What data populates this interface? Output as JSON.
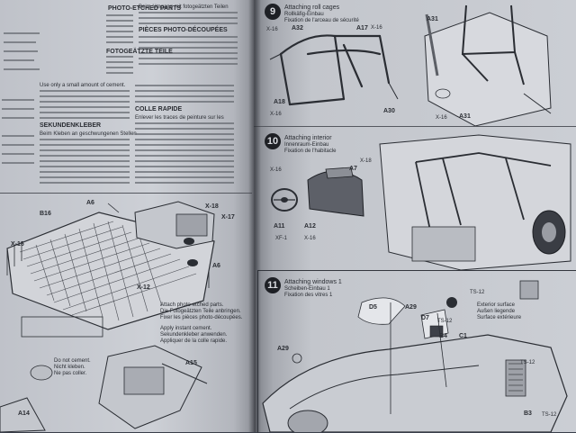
{
  "left_page": {
    "fr_head_1": "PHOTO-ETCHED PARTS",
    "de_head_1": "FOTOGEÄTZTE TEILE",
    "fr_head_2": "PIÈCES PHOTO-DÉCOUPÉES",
    "fr_head_3": "COLLE RAPIDE",
    "de_head_2": "SEKUNDENKLEBER",
    "de_text_1": "Beim Umgang mit fotogeätzten Teilen",
    "en_text_1": "Use only a small amount of cement.",
    "de_text_2": "Beim Kleben an geschwungenen Stellen",
    "fr_text_1": "Enlever les traces de peinture sur les",
    "callouts": {
      "b16": "B16",
      "a6_top": "A6",
      "x18": "X-18",
      "a6_mid": "A6",
      "x12": "X-12",
      "a15": "A15",
      "a14": "A14",
      "x16_left": "X-16",
      "x17": "X-17"
    },
    "note_1": "Attach photo-etched parts.",
    "note_2": "Die Fotogeätzten Teile anbringen.",
    "note_3": "Fixer les pièces photo-découpées.",
    "note_4": "Apply instant cement.",
    "note_5": "Sekundenkleber anwenden.",
    "note_6": "Appliquer de la colle rapide.",
    "note_7": "Do not cement.",
    "note_8": "Nicht kleben.",
    "note_9": "Ne pas coller."
  },
  "right_page": {
    "step9": {
      "number": "9",
      "title_en": "Attaching roll cages",
      "title_de": "Rollkäfig-Einbau",
      "title_fr": "Fixation de l'arceau de sécurité",
      "parts": [
        "A32",
        "A17",
        "A31",
        "A18",
        "A30",
        "A31",
        "X-16",
        "X-16",
        "X-16",
        "X-16"
      ]
    },
    "step10": {
      "number": "10",
      "title_en": "Attaching interior",
      "title_de": "Innenraum-Einbau",
      "title_fr": "Fixation de l'habitacle",
      "parts": [
        "A7",
        "A11",
        "A12",
        "X-16",
        "X-16",
        "XF-1",
        "X-18"
      ]
    },
    "step11": {
      "number": "11",
      "title_en": "Attaching windows 1",
      "title_de": "Scheiben-Einbau 1",
      "title_fr": "Fixation des vitres 1",
      "parts": [
        "D5",
        "A29",
        "D7",
        "B4",
        "C1",
        "B3",
        "A29",
        "TS-12",
        "TS-12",
        "TS-12",
        "TS-12"
      ],
      "legend": [
        "Exterior surface",
        "Außen liegende",
        "Surface extérieure"
      ]
    }
  }
}
